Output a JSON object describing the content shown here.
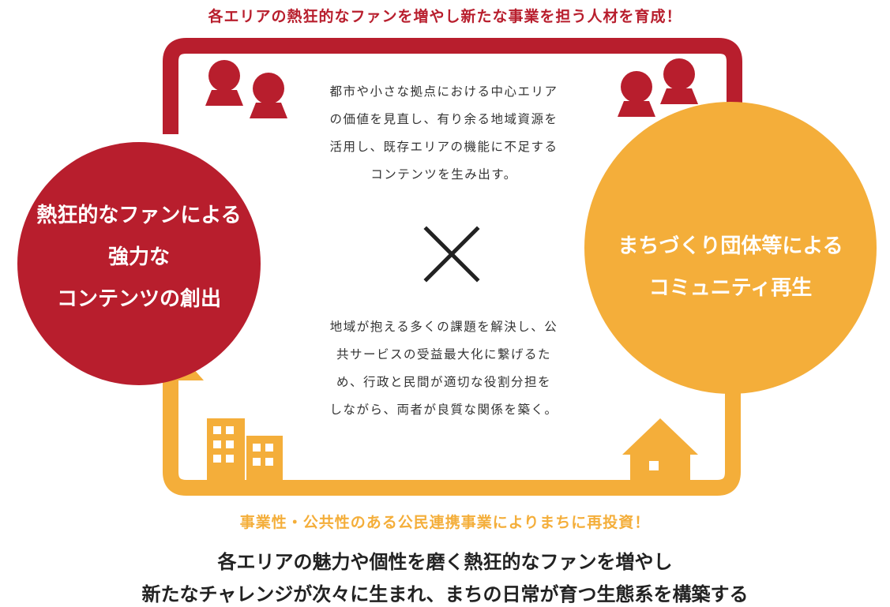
{
  "colors": {
    "red": "#b81e2d",
    "orange": "#f4ae3a",
    "text": "#222222"
  },
  "top_caption": "各エリアの熱狂的なファンを増やし新たな事業を担う人材を育成！",
  "bottom_caption": "事業性・公共性のある公民連携事業によりまちに再投資！",
  "left_circle": {
    "lines": [
      "熱狂的なファンによる",
      "強力な",
      "コンテンツの創出"
    ]
  },
  "right_circle": {
    "lines": [
      "まちづくり団体等による",
      "コミュニティ再生"
    ]
  },
  "center_upper": {
    "lines": [
      "都市や小さな拠点における中心エリア",
      "の価値を見直し、有り余る地域資源を",
      "活用し、既存エリアの機能に不足する",
      "コンテンツを生み出す。"
    ]
  },
  "center_lower": {
    "lines": [
      "地域が抱える多くの課題を解決し、公",
      "共サービスの受益最大化に繋げるた",
      "め、行政と民間が適切な役割分担を",
      "しながら、両者が良質な関係を築く。"
    ]
  },
  "cross_symbol": "×",
  "conclusion": {
    "line1": "各エリアの魅力や個性を磨く熱狂的なファンを増やし",
    "line2": "新たなチャレンジが次々に生まれ、まちの日常が育つ生態系を構築する"
  },
  "icons": [
    "people-icon",
    "people-icon",
    "building-icon",
    "house-icon"
  ]
}
